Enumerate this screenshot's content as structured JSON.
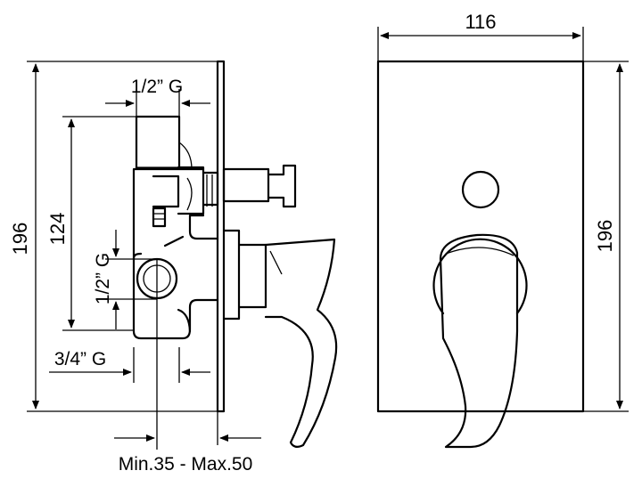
{
  "side_view": {
    "height_total": "196",
    "height_inlets": "124",
    "top_inlet_thread": "1/2” G",
    "side_inlet_thread": "1/2” G",
    "bottom_outlet_thread": "3/4” G",
    "install_depth": "Min.35 - Max.50"
  },
  "front_view": {
    "width": "116",
    "height": "196"
  }
}
